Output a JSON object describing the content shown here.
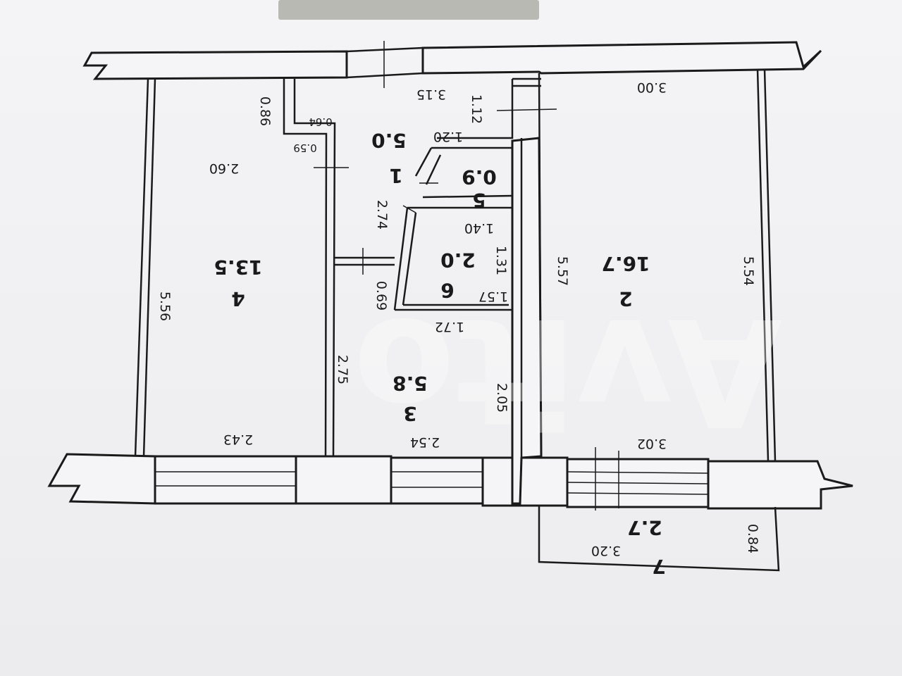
{
  "watermark": "Avito",
  "rooms": [
    {
      "number": "1",
      "area": "5.0"
    },
    {
      "number": "2",
      "area": "16.7"
    },
    {
      "number": "3",
      "area": "5.8"
    },
    {
      "number": "4",
      "area": "13.5"
    },
    {
      "number": "5",
      "area": "0.9"
    },
    {
      "number": "6",
      "area": "2.0"
    },
    {
      "number": "7",
      "area": "2.7"
    }
  ],
  "dimensions": {
    "d_315": "3.15",
    "d_112": "1.12",
    "d_300": "3.00",
    "d_086": "0.86",
    "d_064": "0.64",
    "d_059": "0.59",
    "d_260": "2.60",
    "d_120": "1.20",
    "d_274": "2.74",
    "d_140": "1.40",
    "d_131": "1.31",
    "d_157": "1.57",
    "d_069": "0.69",
    "d_172": "1.72",
    "d_556": "5.56",
    "d_275": "2.75",
    "d_205": "2.05",
    "d_557": "5.57",
    "d_554": "5.54",
    "d_243": "2.43",
    "d_254": "2.54",
    "d_302": "3.02",
    "d_320": "3.20",
    "d_084": "0.84"
  }
}
